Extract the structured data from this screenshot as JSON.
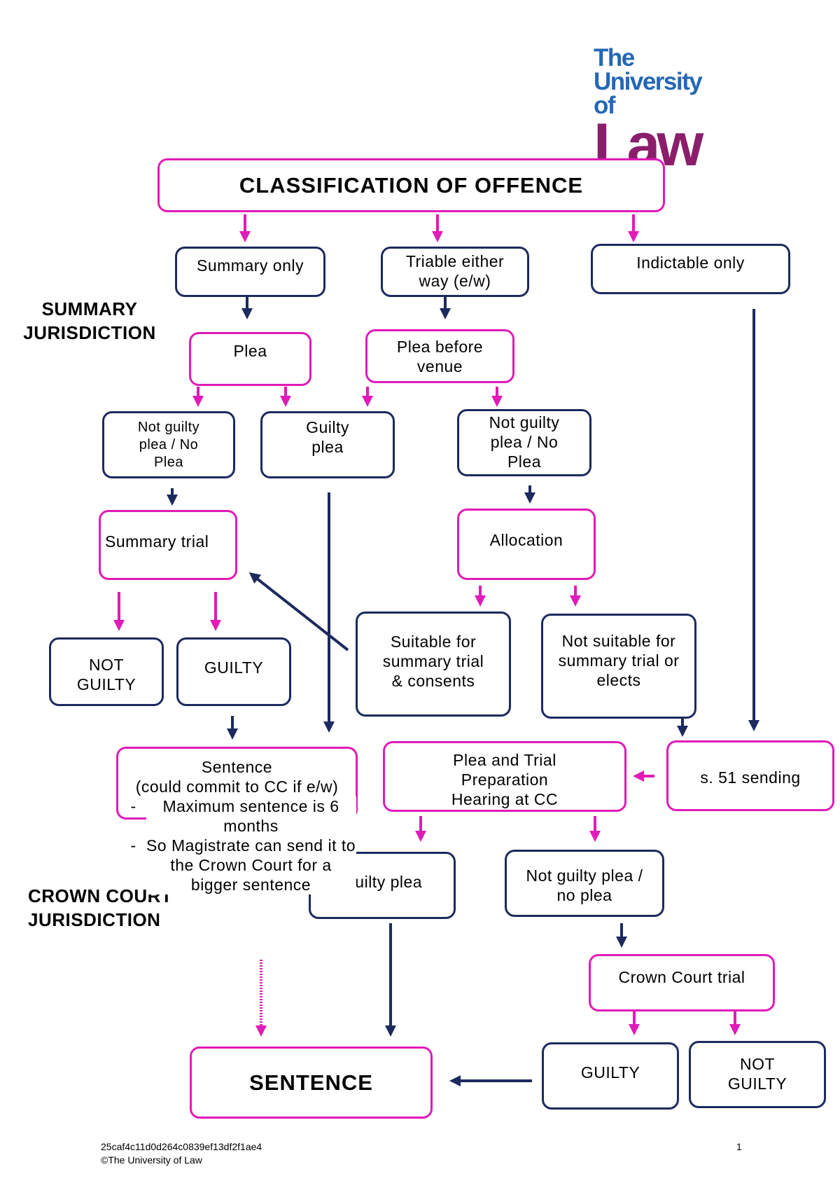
{
  "logo": {
    "line1": "The",
    "line2": "University of",
    "line3": "Law"
  },
  "sections": {
    "summary": "SUMMARY\nJURISDICTION",
    "crown": "CROWN COURT\nJURISDICTION"
  },
  "nodes": {
    "classification": "CLASSIFICATION OF OFFENCE",
    "summary_only": "Summary only",
    "triable_either_way": "Triable either\nway (e/w)",
    "indictable_only": "Indictable only",
    "plea": "Plea",
    "plea_before_venue": "Plea before\nvenue",
    "not_guilty_no_plea_left": "Not guilty\nplea / No\nPlea",
    "guilty_plea_mags": "Guilty\nplea",
    "not_guilty_no_plea_ew": "Not guilty\nplea / No\nPlea",
    "summary_trial": "Summary trial",
    "allocation": "Allocation",
    "suitable_summary": "Suitable for\nsummary trial\n& consents",
    "not_suitable_summary": "Not suitable for\nsummary trial or\nelects",
    "not_guilty_mags": "NOT\nGUILTY",
    "guilty_mags": "GUILTY",
    "sentence_mags": {
      "title": "Sentence\n(could commit to CC if e/w)",
      "bullets": [
        "Maximum sentence is 6 months",
        "So Magistrate can send it to the Crown Court for a bigger sentence"
      ]
    },
    "ptph": "Plea and Trial\nPreparation\nHearing at CC",
    "s51_sending": "s. 51 sending",
    "guilty_plea_cc": "Guilty plea",
    "not_guilty_plea_cc": "Not guilty plea /\nno plea",
    "crown_court_trial": "Crown Court trial",
    "sentence_final": "SENTENCE",
    "guilty_cc": "GUILTY",
    "not_guilty_cc": "NOT\nGUILTY"
  },
  "footer": {
    "doc_id": "25caf4c11d0d264c0839ef13df2f1ae4",
    "copyright": "©The University of Law",
    "page_number": "1"
  },
  "colors": {
    "pink": "#e01bb8",
    "navy": "#1c2a5e",
    "logo_blue": "#2467b6",
    "logo_purple": "#8a1e6b"
  }
}
